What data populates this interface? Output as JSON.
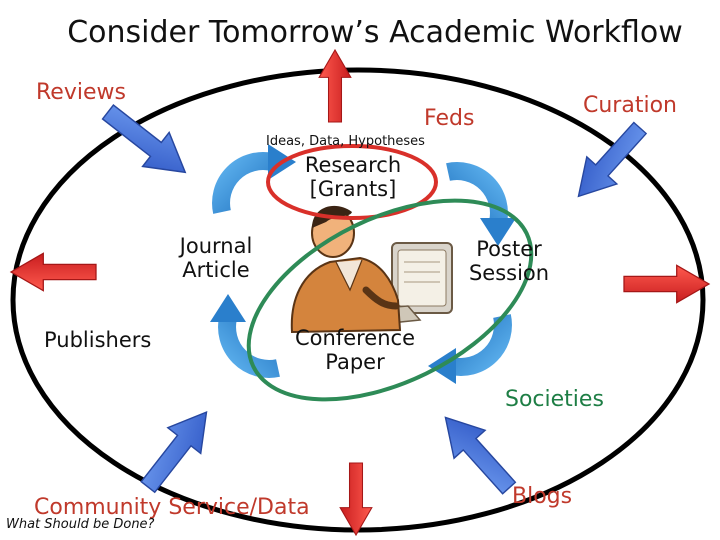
{
  "title": "Consider Tomorrow’s Academic Workflow",
  "outer_labels": {
    "reviews": "Reviews",
    "feds": "Feds",
    "curation": "Curation",
    "publishers": "Publishers",
    "societies": "Societies",
    "blogs": "Blogs",
    "community": "Community Service/Data",
    "question": "What Should be Done?"
  },
  "cycle": {
    "ideas": "Ideas, Data, Hypotheses",
    "research_line1": "Research",
    "research_line2": "[Grants]",
    "journal_line1": "Journal",
    "journal_line2": "Article",
    "poster_line1": "Poster",
    "poster_line2": "Session",
    "conference_line1": "Conference",
    "conference_line2": "Paper"
  },
  "colors": {
    "outer_ellipse": "#000000",
    "research_ellipse": "#d9302a",
    "conference_ellipse": "#2e8b57",
    "arrow_blue": "#3d6fd6",
    "arrow_red": "#e0282b",
    "cycle_blue": "#2f86d1",
    "text_red": "#c0392b",
    "text_green": "#1e7e45"
  },
  "icons": [
    "worker-at-computer-clipart",
    "curved-cycle-arrow",
    "straight-arrow"
  ]
}
